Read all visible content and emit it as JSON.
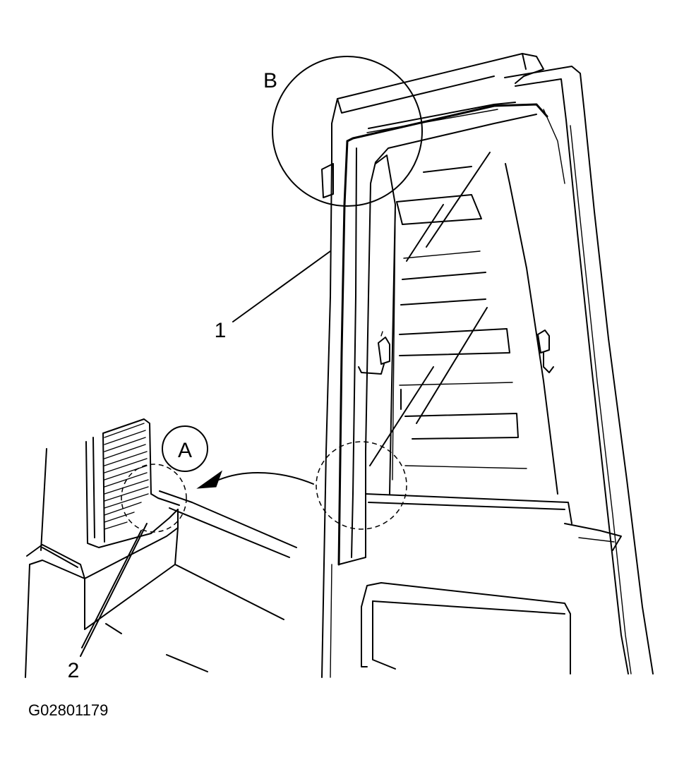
{
  "figure_id": "G02801179",
  "callouts": {
    "detail_a": "A",
    "detail_b": "B",
    "item_1": "1",
    "item_2": "2"
  },
  "colors": {
    "ink": "#000000",
    "paper": "#ffffff"
  }
}
